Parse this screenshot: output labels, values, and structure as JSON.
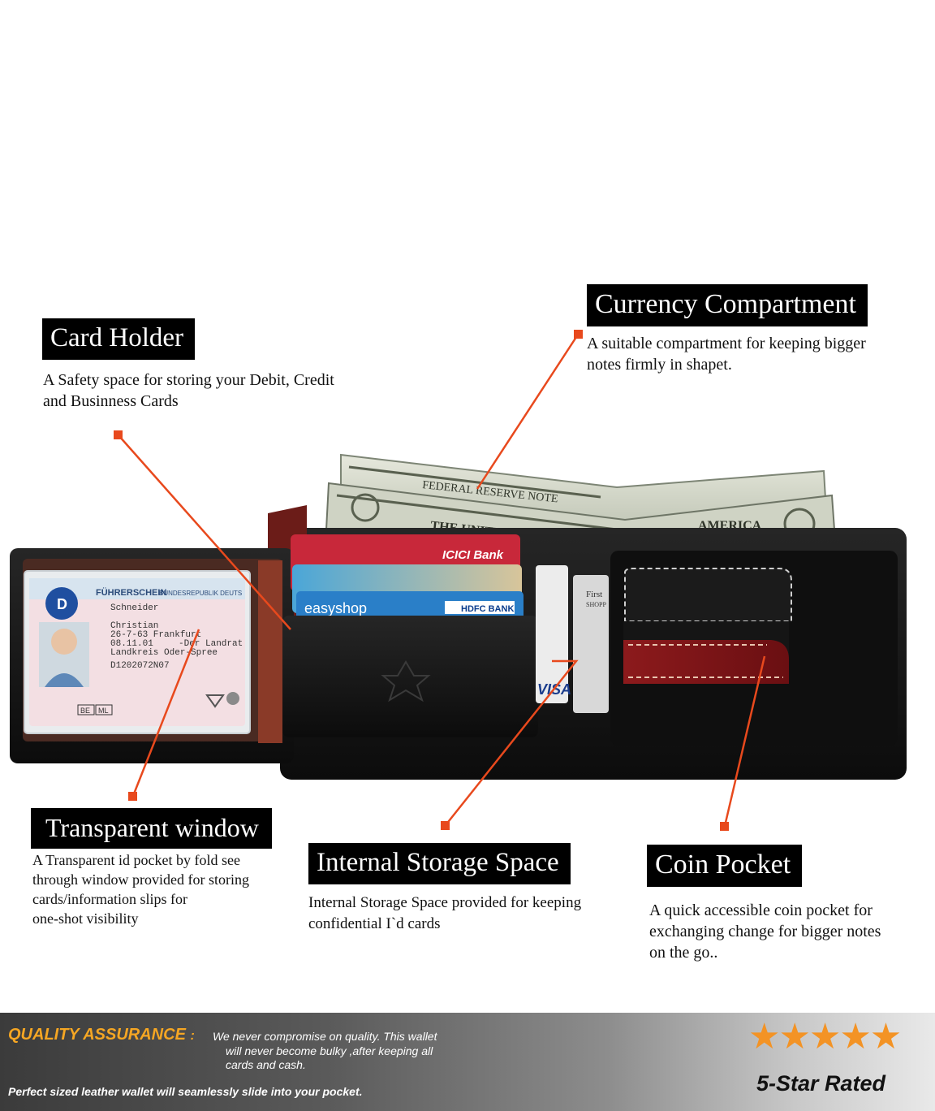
{
  "callouts": {
    "card_holder": {
      "title": "Card Holder",
      "lines": [
        "A Safety space for storing your Debit, Credit",
        "and Businness Cards"
      ]
    },
    "currency": {
      "title": "Currency Compartment",
      "lines": [
        "A suitable compartment for keeping bigger",
        "notes firmly in shapet."
      ]
    },
    "transparent": {
      "title": "Transparent window",
      "lines": [
        "A Transparent id pocket by fold see",
        "through window provided for storing",
        "cards/information slips for",
        "one-shot visibility"
      ]
    },
    "internal": {
      "title": "Internal Storage Space",
      "lines": [
        "Internal Storage Space provided for keeping",
        "confidential I`d cards"
      ]
    },
    "coin": {
      "title": "Coin Pocket",
      "lines": [
        "A quick accessible coin pocket for",
        "exchanging change for bigger notes",
        "on the go.."
      ]
    }
  },
  "wallet": {
    "license": {
      "country": "D",
      "header": "FÜHRERSCHEIN",
      "header_sub": "BUNDESREPUBLIK DEUTS",
      "lines": [
        "Schneider",
        "Christian",
        "26-7-63 Frankfurt",
        "08.11.01",
        "-Der Landrat",
        "Landkreis Oder-Spree",
        "D1202072N07"
      ],
      "class_boxes": [
        "BE",
        "ML"
      ]
    },
    "cards": {
      "icici": "ICICI Bank",
      "easyshop": "easyshop",
      "hdfc": "HDFC BANK",
      "visa": "VISA",
      "first": "First",
      "shop": "SHOPP"
    },
    "bill_text": "FEDERAL RESERVE NOTE",
    "bill_text_2": "THE UNITED STATES",
    "bill_text_3": "AMERICA"
  },
  "footer": {
    "qa_title": "QUALITY ASSURANCE",
    "qa_sep": ":",
    "qa_text_1": "We never compromise on quality. This wallet",
    "qa_text_2": "will never become bulky ,after keeping all",
    "qa_text_3": "cards and cash.",
    "slogan": "Perfect sized leather wallet will seamlessly slide into your pocket.",
    "stars": "★★★★★",
    "rating": "5-Star Rated"
  },
  "colors": {
    "accent_line": "#e8491d",
    "star": "#f39325",
    "qa_title": "#f5a623",
    "label_bg": "#000000",
    "leather_black": "#121212",
    "leather_red": "#7b1416"
  }
}
